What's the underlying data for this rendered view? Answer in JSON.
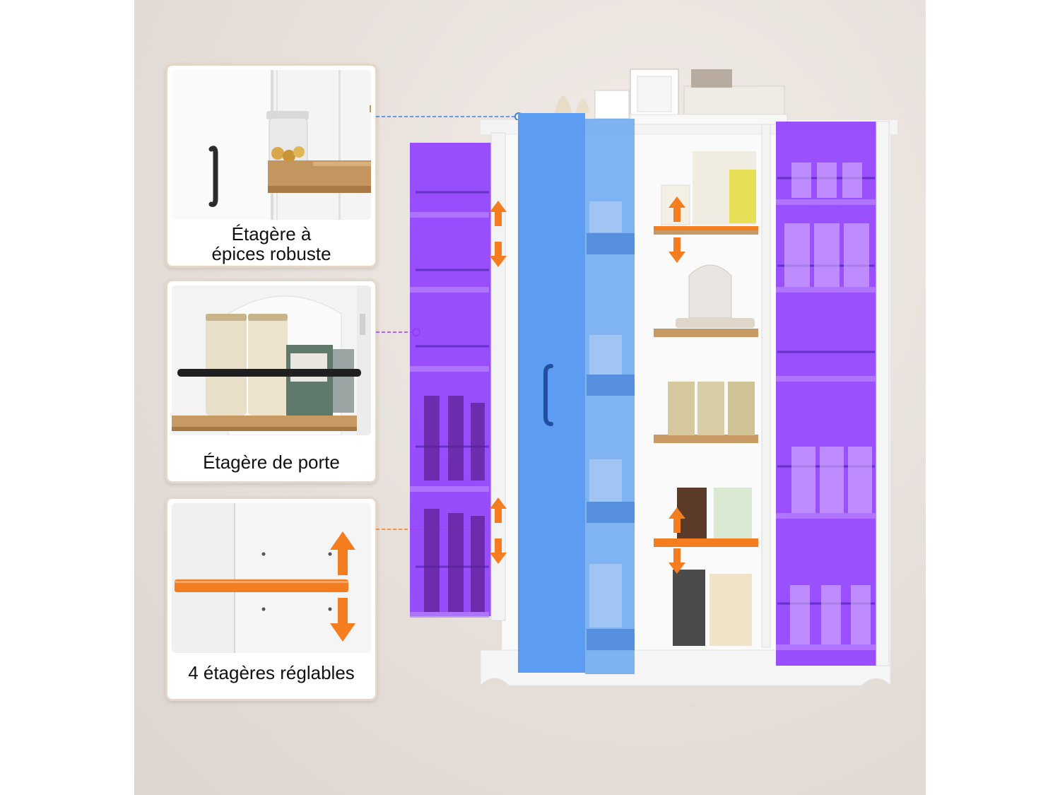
{
  "features": [
    {
      "id": "spice",
      "label_line1": "Étagère à",
      "label_line2": "épices robuste"
    },
    {
      "id": "door",
      "label": "Étagère de porte"
    },
    {
      "id": "adjustable",
      "label": "4 étagères réglables"
    }
  ],
  "colors": {
    "door_overlay": "#8f3dff",
    "side_overlay": "#5c9cf2",
    "arrow": "#f47d1f",
    "spice_connector": "#3d7ee0",
    "door_connector": "#8f3dff",
    "adjustable_connector": "#f47d1f",
    "panel_border": "#e6d6c6"
  },
  "icons": [
    "up-down-arrow-icon",
    "connector-dot-icon"
  ]
}
